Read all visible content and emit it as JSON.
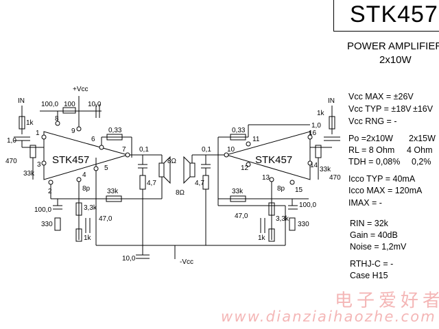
{
  "header": {
    "part_number": "STK457",
    "subtitle_line1": "POWER AMPLIFIER",
    "subtitle_line2": "2x10W"
  },
  "specs": {
    "vcc_max": "Vcc MAX = ±26V",
    "vcc_typ": "Vcc TYP = ±18V",
    "vcc_typ_alt": "±16V",
    "vcc_rng": "Vcc RNG = -",
    "po": "Po =2x10W",
    "po_alt": "2x15W",
    "rl": "RL = 8 Ohm",
    "rl_alt": "4 Ohm",
    "tdh": "TDH = 0,08%",
    "tdh_alt": "0,2%",
    "icco_typ": "Icco TYP = 40mA",
    "icco_max": "Icco MAX = 120mA",
    "imax": "IMAX = -",
    "rin": "RIN = 32k",
    "gain": "Gain = 40dB",
    "noise": "Noise = 1,2mV",
    "rth": "RTHJ-C = -",
    "case": "Case H15"
  },
  "schematic": {
    "ic_label_left": "STK457",
    "ic_label_right": "STK457",
    "vcc_pos": "+Vcc",
    "vcc_neg": "-Vcc",
    "in_left": "IN",
    "in_right": "IN",
    "pins_left": [
      "1",
      "2",
      "3",
      "4",
      "5",
      "6",
      "7",
      "8",
      "9"
    ],
    "pins_right": [
      "10",
      "11",
      "12",
      "13",
      "14",
      "15",
      "16"
    ],
    "components_left": {
      "c_in": "1,0",
      "r_in": "1k",
      "r_bias": "470",
      "r_fb": "33k",
      "c_boot": "100,0",
      "r_boot": "100",
      "c_dec": "10,0",
      "r_emit": "0,33",
      "c_zob": "0,1",
      "r_zob": "4,7",
      "speaker": "8Ω",
      "c_comp": "8p",
      "r_nf": "33k",
      "c_nf": "100,0",
      "r_nf2": "330",
      "r_3k3": "3,3k",
      "c_47": "47,0",
      "r_1k": "1k"
    },
    "components_right": {
      "c_in": "1,0",
      "r_in": "1k",
      "r_bias": "470",
      "r_fb": "33k",
      "c_boot": "100,0",
      "r_emit": "0,33",
      "c_zob": "0,1",
      "r_zob": "4,7",
      "speaker": "8Ω",
      "c_comp": "8p",
      "r_nf": "33k",
      "r_nf2": "330",
      "r_3k3": "3,3k",
      "c_47": "47,0",
      "r_1k": "1k"
    },
    "c_supply": "10,0"
  },
  "watermark": {
    "chinese": "电子爱好者",
    "url": "www.dianziaihaozhe.com"
  }
}
